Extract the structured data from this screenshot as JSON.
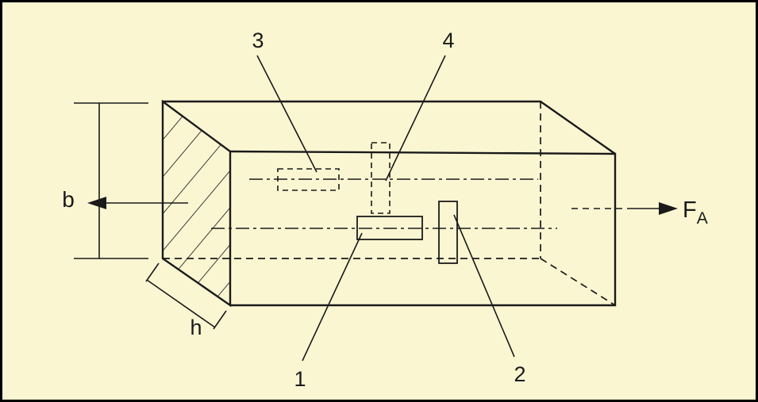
{
  "diagram": {
    "colors": {
      "background": "#FBF6D2",
      "line": "#1A1A1A",
      "border": "#000000"
    },
    "labels": {
      "gauge1": "1",
      "gauge2": "2",
      "gauge3": "3",
      "gauge4": "4",
      "dim_b": "b",
      "dim_h": "h",
      "force_main": "F",
      "force_sub": "A"
    }
  }
}
